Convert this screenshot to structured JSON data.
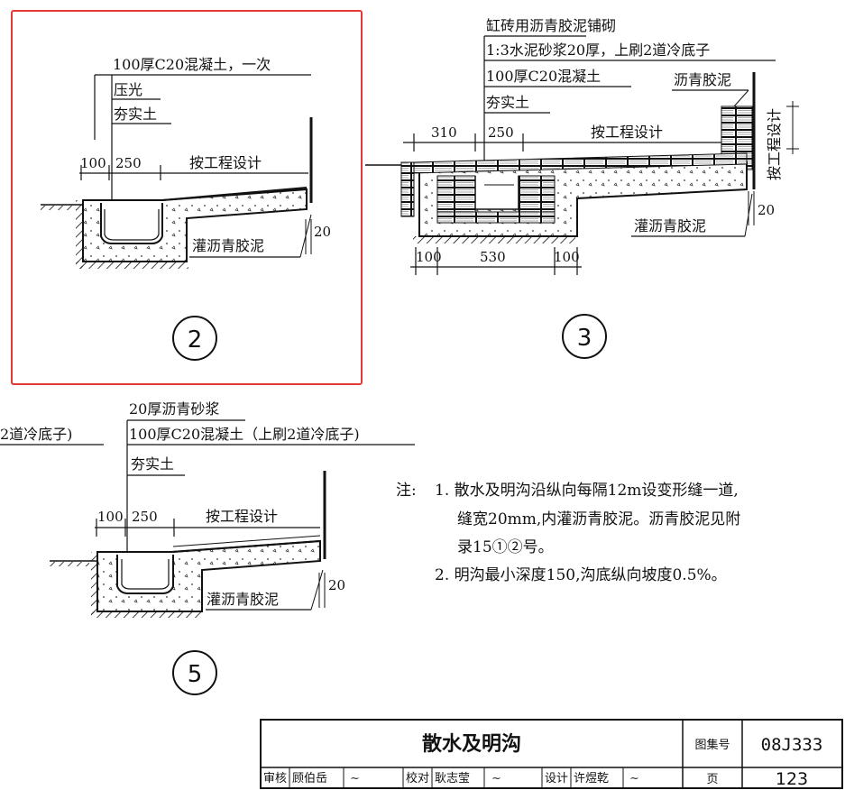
{
  "details": {
    "d2": {
      "number": "2",
      "layers": [
        "100厚C20混凝土，一次",
        "压光",
        "夯实土"
      ],
      "dim_100": "100",
      "dim_250": "250",
      "design": "按工程设计",
      "joint": "灌沥青胶泥",
      "dim_20": "20"
    },
    "d3": {
      "number": "3",
      "layers": [
        "缸砖用沥青胶泥铺砌",
        "1:3水泥砂浆20厚，上刷2道冷底子",
        "100厚C20混凝土",
        "夯实土"
      ],
      "side_label": "沥青胶泥",
      "vertical_label": "按工程设计",
      "dim_310": "310",
      "dim_250": "250",
      "design": "按工程设计",
      "joint": "灌沥青胶泥",
      "dim_20": "20",
      "dim_100a": "100",
      "dim_530": "530",
      "dim_100b": "100"
    },
    "d4_partial": {
      "layer_fragment": "2道冷底子)"
    },
    "d5": {
      "number": "5",
      "layers": [
        "20厚沥青砂浆",
        "100厚C20混凝土（上刷2道冷底子)",
        "夯实土"
      ],
      "dim_100": "100",
      "dim_250": "250",
      "design": "按工程设计",
      "joint": "灌沥青胶泥",
      "dim_20": "20"
    }
  },
  "notes": {
    "prefix": "注:",
    "lines": [
      "1. 散水及明沟沿纵向每隔12m设变形缝一道,",
      "缝宽20mm,内灌沥青胶泥。沥青胶泥见附",
      "录15①②号。",
      "2. 明沟最小深度150,沟底纵向坡度0.5%。"
    ]
  },
  "title_block": {
    "title": "散水及明沟",
    "atlas_label": "图集号",
    "atlas_no": "08J333",
    "page_label": "页",
    "page_no": "123",
    "roles": [
      {
        "role": "审核",
        "name": "顾伯岳"
      },
      {
        "role": "校对",
        "name": "耿志莹"
      },
      {
        "role": "设计",
        "name": "许煜乾"
      }
    ]
  },
  "colors": {
    "line": "#111111",
    "highlight_box": "#e53935"
  }
}
